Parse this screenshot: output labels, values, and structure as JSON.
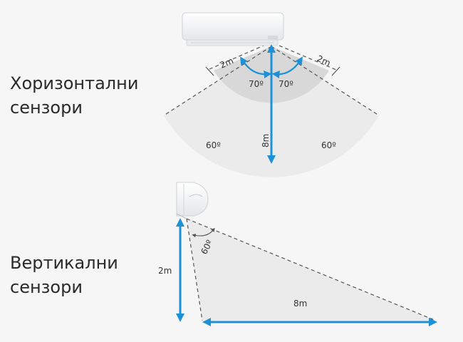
{
  "horizontal": {
    "label_line1": "Хоризонтални",
    "label_line2": "сензори",
    "near_distance_left": "2m",
    "near_distance_right": "2m",
    "near_angle_left": "70º",
    "near_angle_right": "70º",
    "far_angle_left": "60º",
    "far_angle_right": "60º",
    "depth_distance": "8m"
  },
  "vertical": {
    "label_line1": "Вертикални",
    "label_line2": "сензори",
    "height_distance": "2m",
    "angle": "60º",
    "floor_distance": "8m"
  },
  "colors": {
    "arrow": "#1e90d6",
    "far_zone": "#e8e8e8",
    "near_zone": "#d6d6d6",
    "dashed_edge": "#555555"
  }
}
